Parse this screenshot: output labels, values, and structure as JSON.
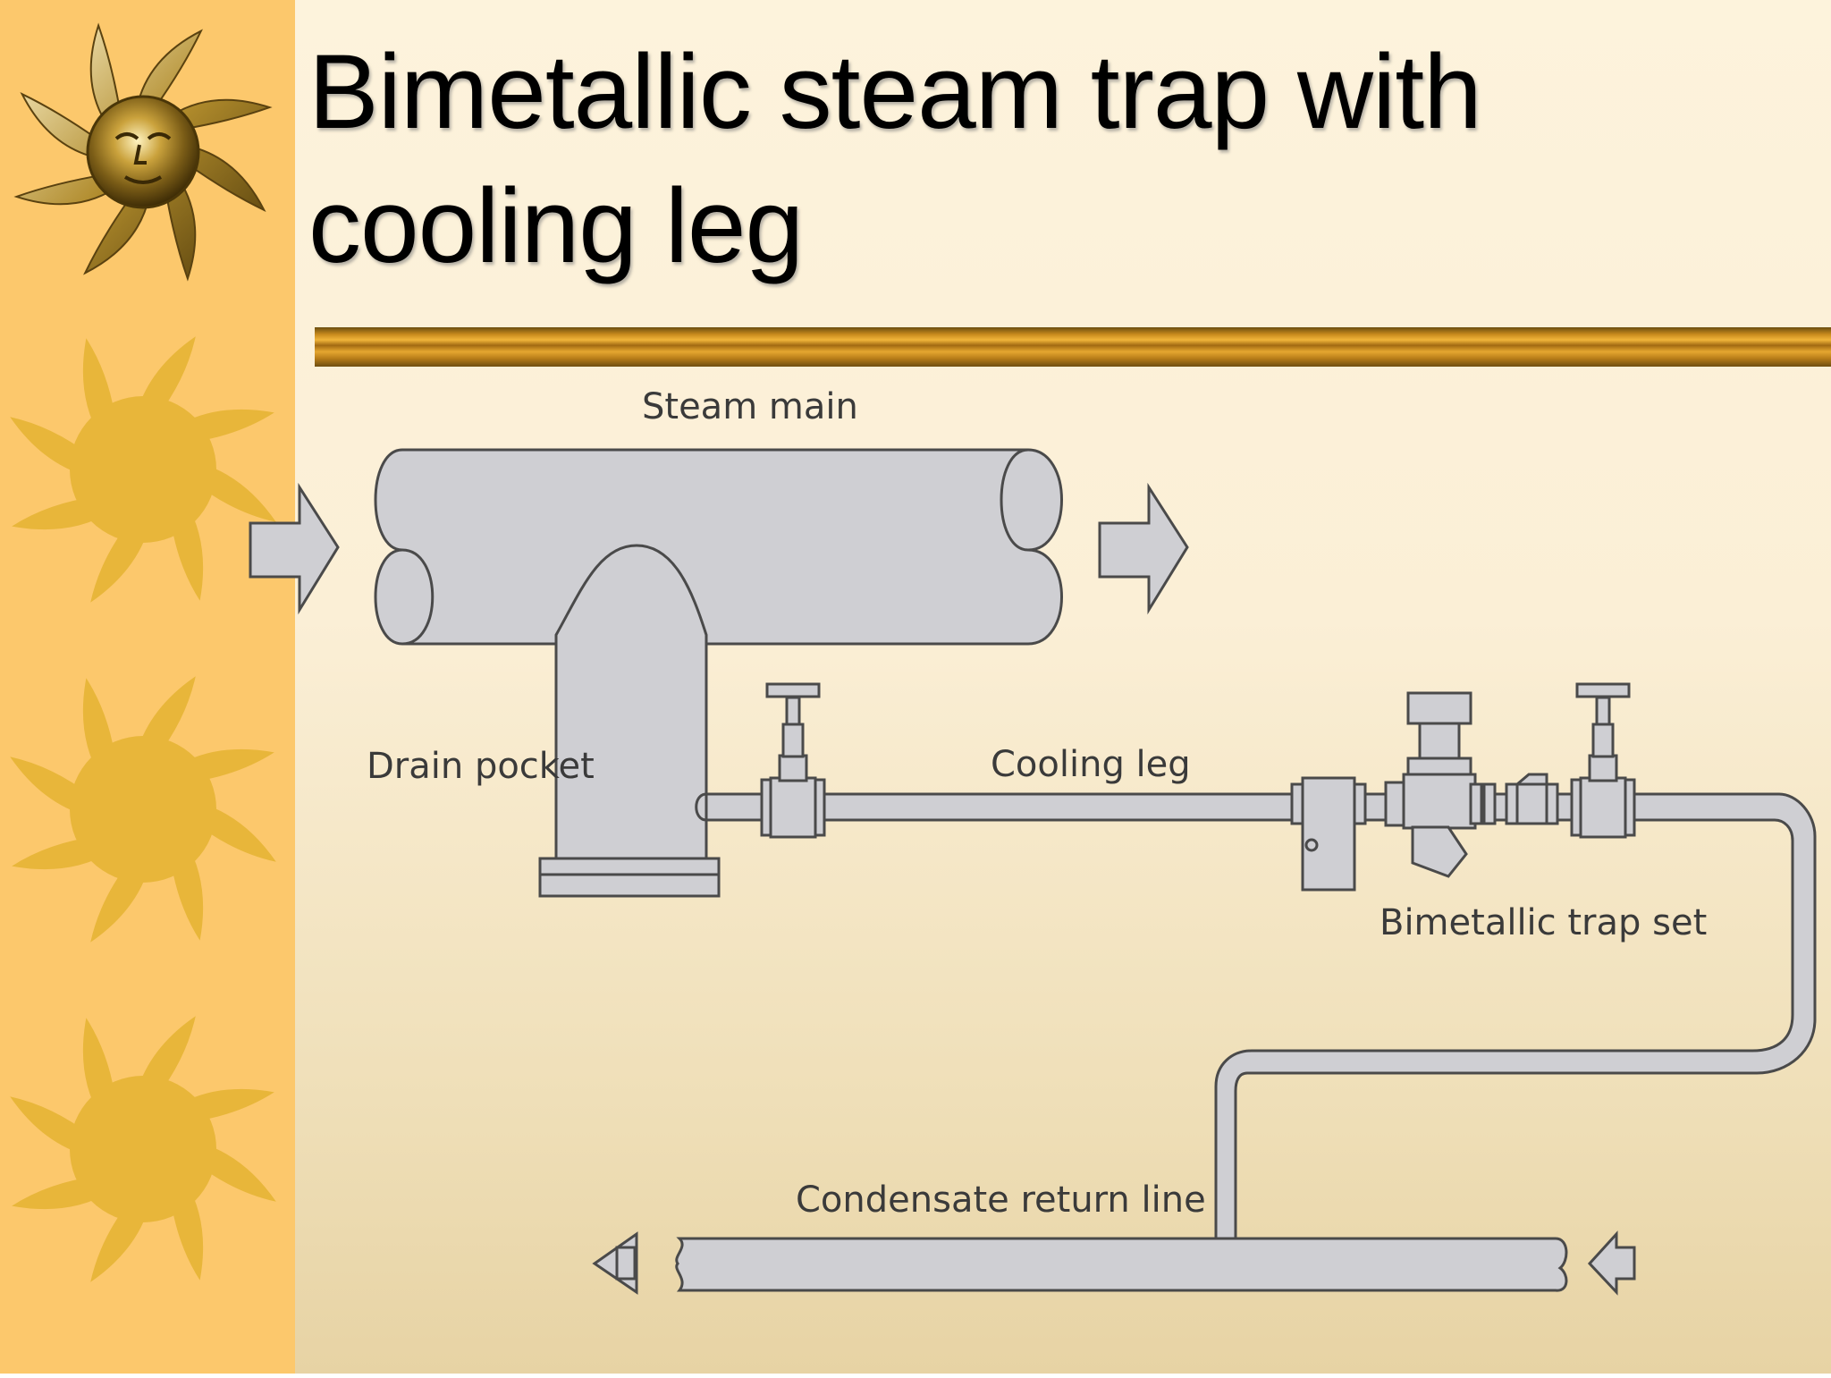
{
  "slide": {
    "title": "Bimetallic steam trap with cooling leg"
  },
  "diagram": {
    "labels": {
      "steam_main": "Steam main",
      "drain_pocket": "Drain pocket",
      "cooling_leg": "Cooling leg",
      "trap_set": "Bimetallic trap set",
      "return_line": "Condensate return line"
    }
  },
  "colors": {
    "sidebar": "#fcc86c",
    "sun": "#e8b63a",
    "pipe": "#cfcfd3",
    "outline": "#4a4a4a",
    "rule": "#d3961f"
  }
}
